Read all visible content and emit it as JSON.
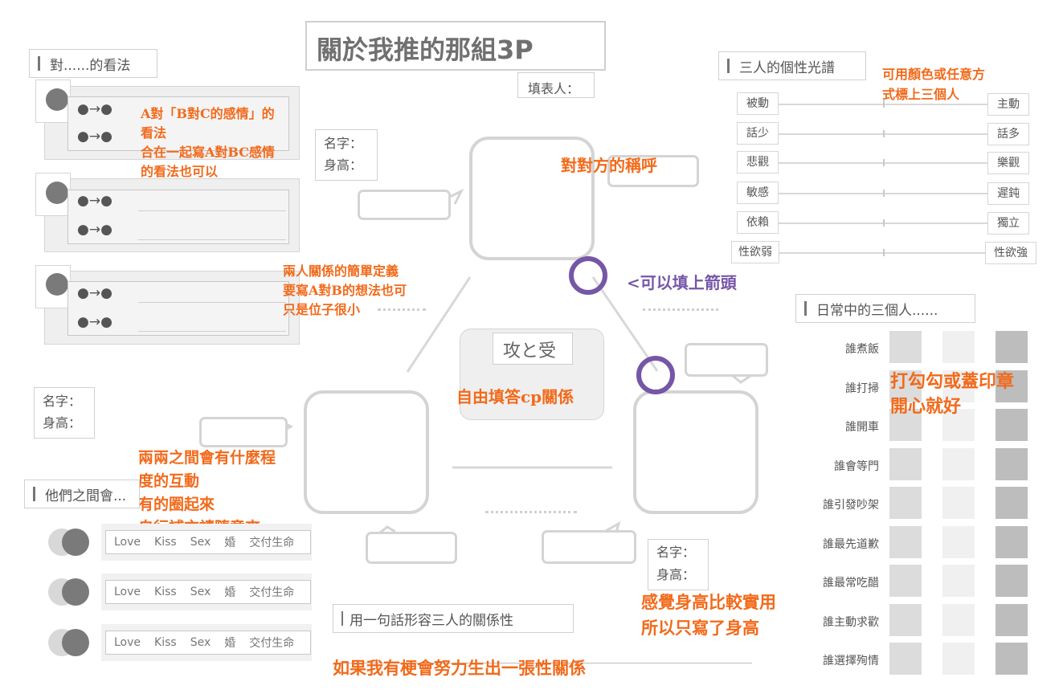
{
  "title": "關於我推的那組3P",
  "filler_label": "填表人：",
  "opinion_section": {
    "header": "對......的看法",
    "arrow": "●→●",
    "note": [
      "A對「B對C的感情」的",
      "看法",
      "合在一起寫A對BC感情",
      "的看法也可以"
    ]
  },
  "personality": {
    "header": "三人的個性光譜",
    "note": [
      "可用顏色或任意方",
      "式標上三個人"
    ],
    "rows": [
      {
        "left": "被動",
        "right": "主動"
      },
      {
        "left": "話少",
        "right": "話多"
      },
      {
        "left": "悲觀",
        "right": "樂觀"
      },
      {
        "left": "敏感",
        "right": "遲鈍"
      },
      {
        "left": "依賴",
        "right": "獨立"
      },
      {
        "left": "性欲弱",
        "right": "性欲強"
      }
    ]
  },
  "daily": {
    "header": "日常中的三個人......",
    "rows": [
      "誰煮飯",
      "誰打掃",
      "誰開車",
      "誰會等門",
      "誰引發吵架",
      "誰最先道歉",
      "誰最常吃醋",
      "誰主動求歡",
      "誰選擇殉情"
    ],
    "note": [
      "打勾勾或蓋印章",
      "開心就好"
    ]
  },
  "center": {
    "seme_uke": "攻と受",
    "seme_note": "自由填答cp關係",
    "nickname_note": "對對方的稱呼",
    "arrow_note": "<可以填上箭頭",
    "relation_note": [
      "兩人關係的簡單定義",
      "要寫A對B的想法也可",
      "只是位子很小"
    ]
  },
  "profile": {
    "name": "名字：",
    "height": "身高：",
    "height_note": [
      "感覺身高比較實用",
      "所以只寫了身高"
    ]
  },
  "between": {
    "header": "他們之間會...",
    "options": [
      "Love",
      "Kiss",
      "Sex",
      "婚",
      "交付生命"
    ],
    "note": [
      "兩兩之間會有什麼程",
      "度的互動",
      "有的圈起來",
      "自行補充請隨意來"
    ]
  },
  "summary": {
    "header": "用一句話形容三人的關係性",
    "note": "如果我有梗會努力生出一張性關係"
  },
  "colors": {
    "accent": "#f26a1b",
    "ring": "#7656a7"
  }
}
